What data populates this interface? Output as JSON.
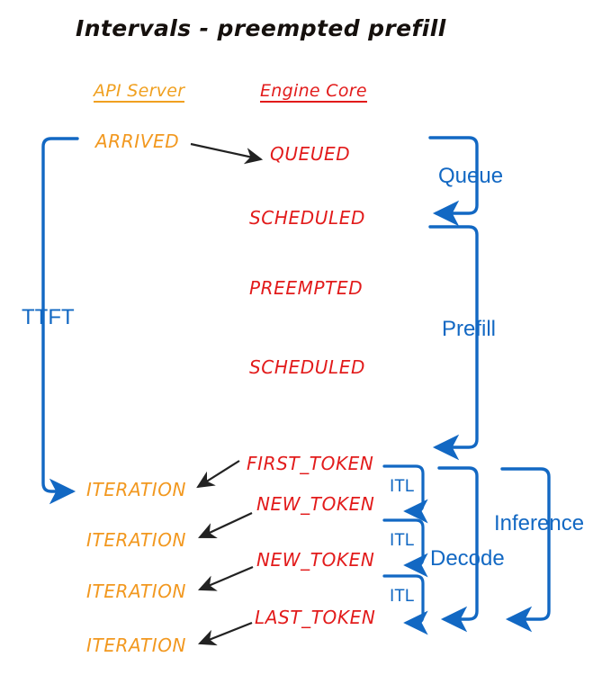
{
  "title": "Intervals - preempted prefill",
  "colors": {
    "orange": "#f2981f",
    "red": "#e21b1b",
    "blue": "#1268c3",
    "black": "#222222",
    "background": "#ffffff"
  },
  "columns": {
    "api_server": "API Server",
    "engine_core": "Engine Core"
  },
  "api_server_events": [
    {
      "label": "ARRIVED"
    },
    {
      "label": "ITERATION"
    },
    {
      "label": "ITERATION"
    },
    {
      "label": "ITERATION"
    },
    {
      "label": "ITERATION"
    }
  ],
  "engine_core_events": [
    {
      "label": "QUEUED"
    },
    {
      "label": "SCHEDULED"
    },
    {
      "label": "PREEMPTED"
    },
    {
      "label": "SCHEDULED"
    },
    {
      "label": "FIRST_TOKEN"
    },
    {
      "label": "NEW_TOKEN"
    },
    {
      "label": "NEW_TOKEN"
    },
    {
      "label": "LAST_TOKEN"
    }
  ],
  "intervals": {
    "ttft": "TTFT",
    "queue": "Queue",
    "prefill": "Prefill",
    "decode": "Decode",
    "inference": "Inference",
    "itl_1": "ITL",
    "itl_2": "ITL",
    "itl_3": "ITL"
  }
}
